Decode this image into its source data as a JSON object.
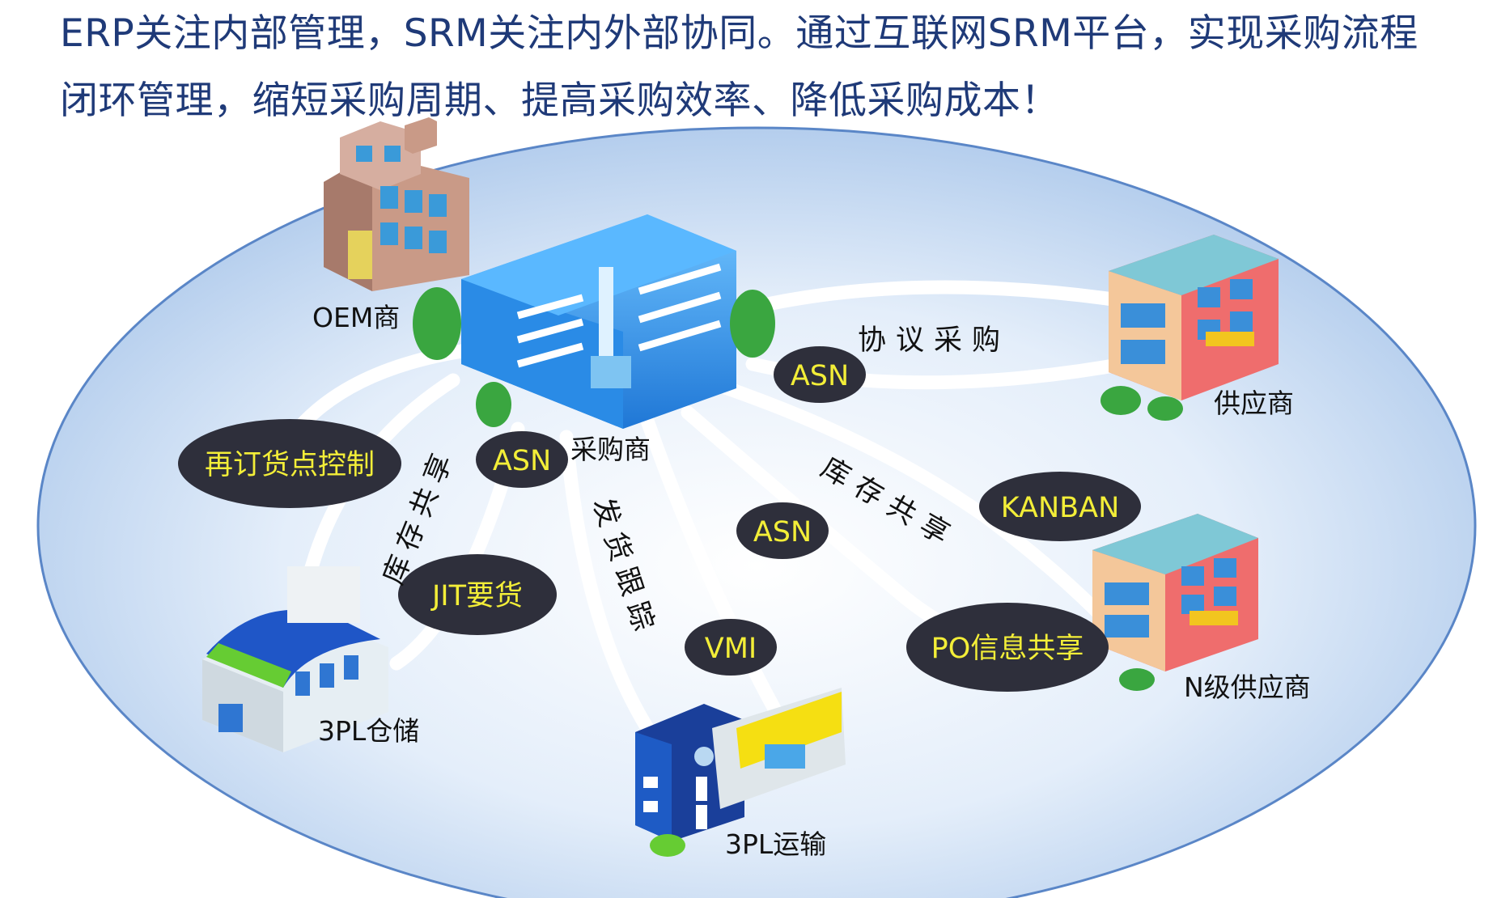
{
  "heading": {
    "line1": "ERP关注内部管理，SRM关注内外部协同。通过互联网SRM平台，实现采购流程",
    "line2": "闭环管理，缩短采购周期、提高采购效率、降低采购成本！"
  },
  "nodes": {
    "oem": "OEM商",
    "buyer": "采购商",
    "supplier": "供应商",
    "n_supplier": "N级供应商",
    "pl_warehouse": "3PL仓储",
    "pl_transport": "3PL运输"
  },
  "tags": {
    "asn_top": "ASN",
    "asn_center": "ASN",
    "asn_mid": "ASN",
    "reorder": "再订货点控制",
    "jit": "JIT要货",
    "vmi": "VMI",
    "kanban": "KANBAN",
    "po_share": "PO信息共享"
  },
  "flows": {
    "agreement": "协议采购",
    "inventory_left": "库存共享",
    "shipment": "发货跟踪",
    "inventory_right": "库存共享"
  },
  "colors": {
    "heading": "#1f3a78",
    "pill_fill": "#2e2f3b",
    "pill_text": "#f3ee38",
    "ellipse_edge": "#5a86c7",
    "ellipse_fill": "#cfe1f6"
  }
}
